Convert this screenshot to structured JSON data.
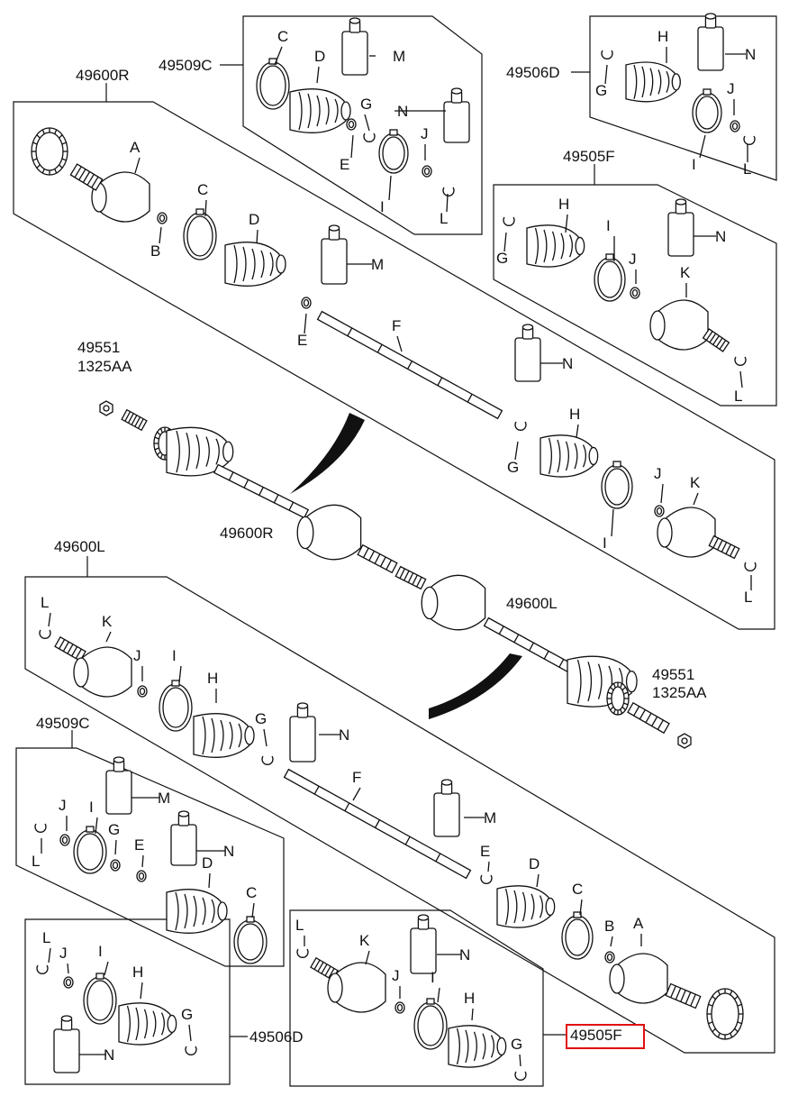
{
  "labels": {
    "sec_49600R_top": "49600R",
    "sec_49509C_top": "49509C",
    "sec_49506D_top": "49506D",
    "sec_49505F_top": "49505F",
    "code_49551_top": "49551",
    "code_1325AA_top": "1325AA",
    "shaft_49600R": "49600R",
    "shaft_49600L": "49600L",
    "code_49551_mid": "49551",
    "code_1325AA_mid": "1325AA",
    "sec_49600L": "49600L",
    "sec_49509C_bot": "49509C",
    "sec_49506D_bot": "49506D",
    "sec_49505F_bot": "49505F"
  },
  "letters": {
    "A": "A",
    "B": "B",
    "C": "C",
    "D": "D",
    "E": "E",
    "F": "F",
    "G": "G",
    "H": "H",
    "I": "I",
    "J": "J",
    "K": "K",
    "L": "L",
    "M": "M",
    "N": "N"
  },
  "colors": {
    "line": "#111111",
    "highlight": "#e01010",
    "part_fill": "#ffffff",
    "shade": "#888888"
  }
}
